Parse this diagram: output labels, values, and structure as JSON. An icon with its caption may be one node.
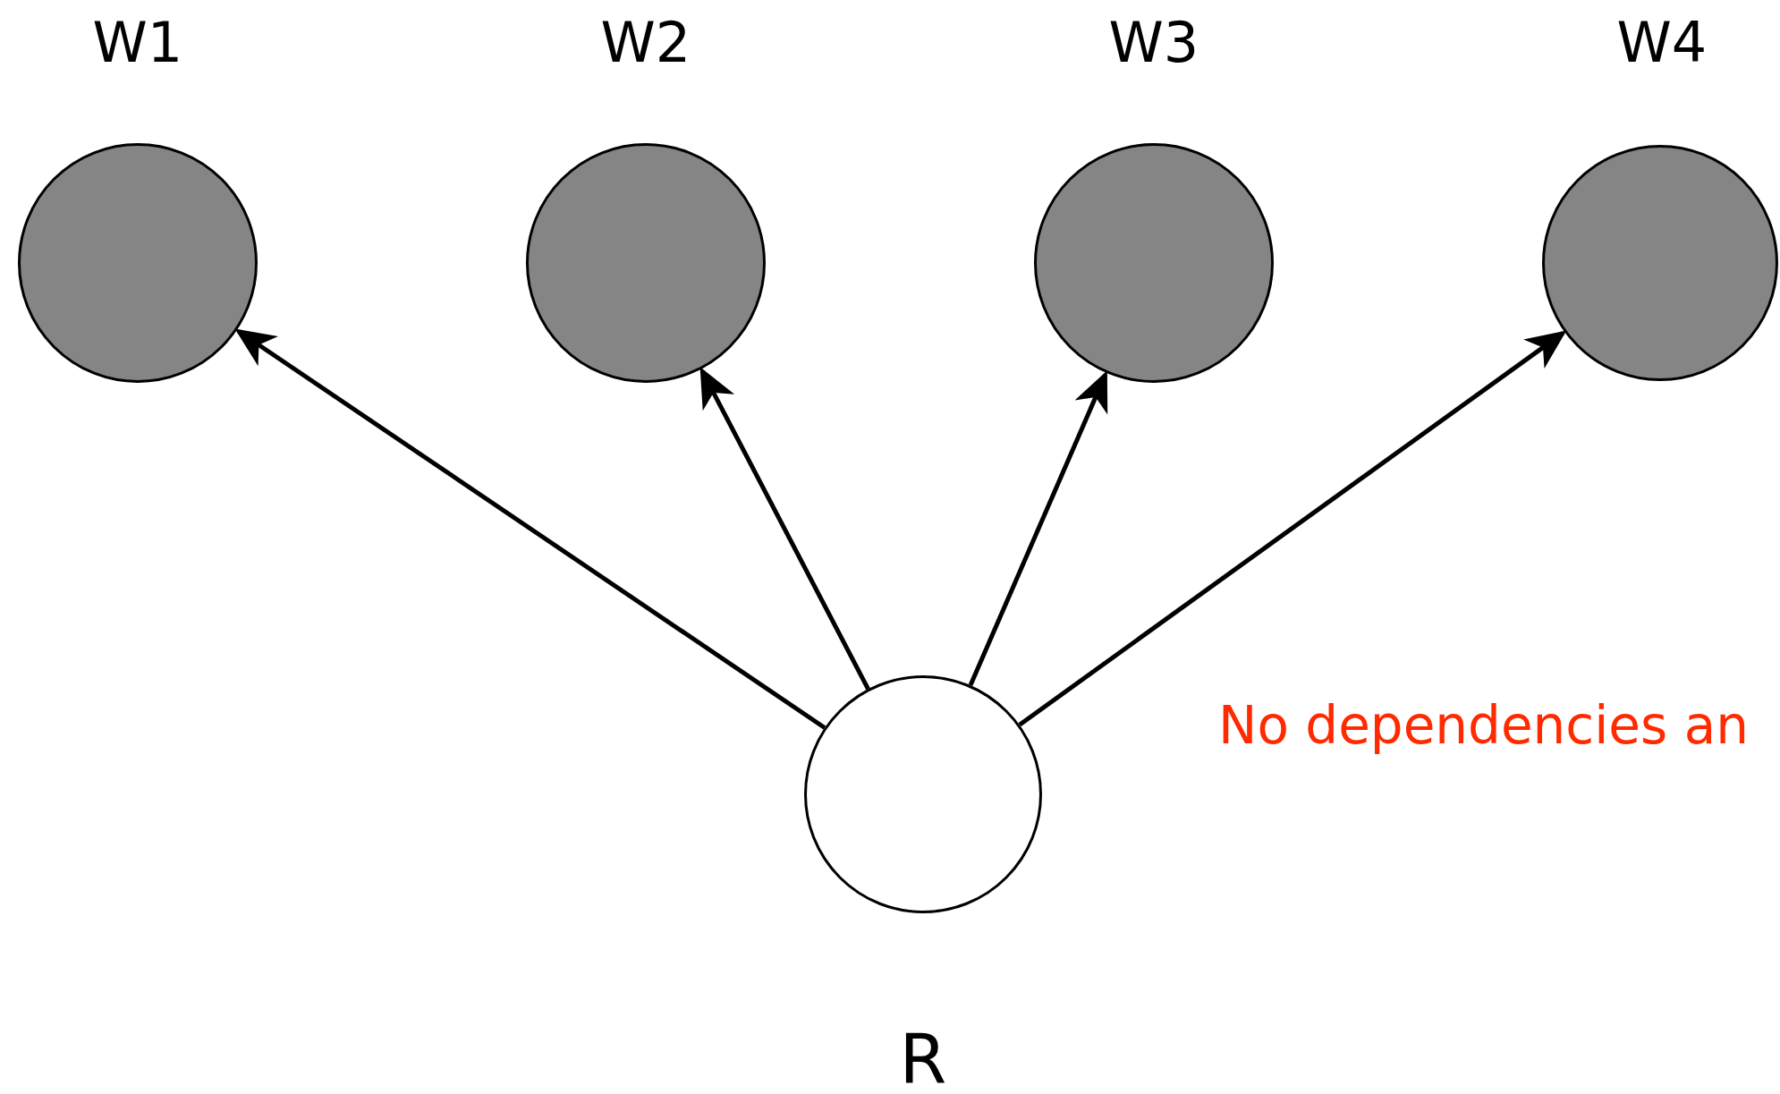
{
  "diagram": {
    "nodes": [
      {
        "text": [
          "W1"
        ]
      },
      {
        "text": [
          "W2"
        ]
      },
      {
        "text": [
          "W3"
        ]
      },
      {
        "text": [
          "W4"
        ]
      },
      {
        "text": [
          "R"
        ]
      }
    ],
    "edges": [
      {
        "from": 4,
        "to": 0,
        "arrow": "to"
      },
      {
        "from": 4,
        "to": 1,
        "arrow": "to"
      },
      {
        "from": 4,
        "to": 2,
        "arrow": "to"
      },
      {
        "from": 4,
        "to": 3,
        "arrow": "to"
      }
    ],
    "labels": [
      "No dependencies an"
    ]
  }
}
